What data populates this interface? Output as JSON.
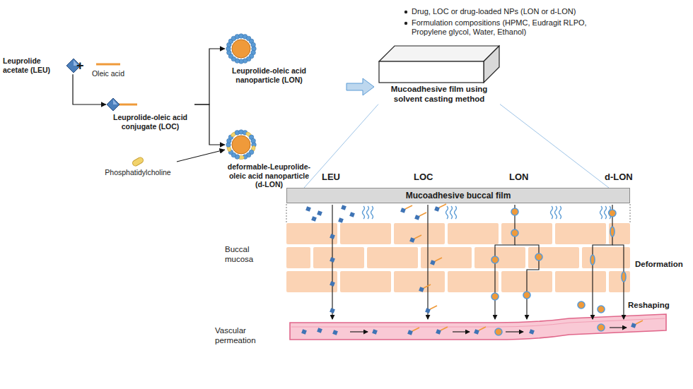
{
  "diagram": {
    "nodes": [
      {
        "text": [
          "Leuprolide acetate (LEU)"
        ]
      },
      {
        "text": [
          "Oleic acid"
        ]
      },
      {
        "text": [
          "Leuprolide-oleic acid conjugate (LOC)"
        ]
      },
      {
        "text": [
          "Phosphatidylcholine"
        ]
      },
      {
        "text": [
          "Leuprolide-oleic acid nanoparticle (LON)"
        ]
      },
      {
        "text": [
          "deformable-Leuprolide-oleic acid nanoparticle (d-LON)"
        ]
      },
      {
        "text": [
          "Mucoadhesive film using solvent casting method"
        ]
      },
      {
        "text": [
          "Mucoadhesive buccal film"
        ]
      }
    ],
    "edges": [
      {
        "from": 0,
        "to": 2,
        "arrow": "to"
      },
      {
        "from": 2,
        "to": 4,
        "arrow": "to"
      },
      {
        "from": 2,
        "to": 5,
        "arrow": "to"
      },
      {
        "from": 3,
        "to": 5,
        "arrow": "to"
      },
      {
        "from": 6,
        "to": 7,
        "arrow": "none"
      },
      {
        "from": 6,
        "to": 7,
        "arrow": "none"
      }
    ],
    "labels": [
      "+",
      "Drug, LOC or drug-loaded NPs (LON or d-LON)",
      "Formulation compositions (HPMC, Eudragit RLPO, Propylene glycol, Water, Ethanol)",
      "LEU",
      "LOC",
      "LON",
      "d-LON",
      "Buccal mucosa",
      "Deformation",
      "Reshaping",
      "Vascular permeation"
    ]
  }
}
